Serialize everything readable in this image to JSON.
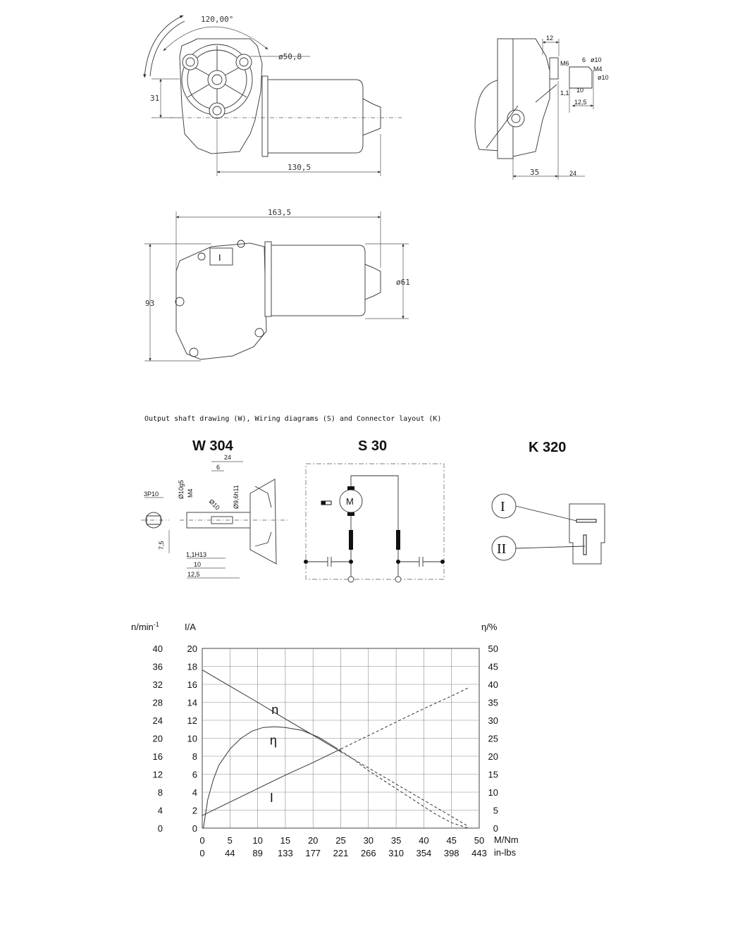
{
  "caption": "Output shaft drawing (W), Wiring diagrams (S) and Connector layout (K)",
  "drawing_top": {
    "angle": "120,00°",
    "diameter": "ø50,8",
    "height_left": "31",
    "length": "130,5"
  },
  "drawing_side": {
    "d12": "12",
    "m6": "M6",
    "d6": "6",
    "d10a": "ø10",
    "m4": "M4",
    "d10b": "ø10",
    "d11": "1,1",
    "d10c": "10",
    "d125": "12,5",
    "d35": "35",
    "d24": "24"
  },
  "drawing_front": {
    "length": "163,5",
    "height": "93",
    "diameter": "ø61",
    "connector_mark": "I"
  },
  "w304": {
    "title": "W 304",
    "d24": "24",
    "d6": "6",
    "p10": "3P10",
    "g5": "Ø10g5",
    "m4": "M4",
    "d10": "Ø10",
    "h11": "Ø9,6h11",
    "d75": "7,5",
    "h13": "1,1H13",
    "d10b": "10",
    "d125": "12,5"
  },
  "s30": {
    "title": "S 30",
    "motor": "M"
  },
  "k320": {
    "title": "K 320",
    "pin1": "I",
    "pin2": "II"
  },
  "chart_data": {
    "type": "line",
    "x_label": "M/Nm",
    "x2_label": "in-lbs",
    "x_ticks": [
      "0",
      "5",
      "10",
      "15",
      "20",
      "25",
      "30",
      "35",
      "40",
      "45",
      "50"
    ],
    "x2_ticks": [
      "0",
      "44",
      "89",
      "133",
      "177",
      "221",
      "266",
      "310",
      "354",
      "398",
      "443"
    ],
    "y_speed_label": "n/min",
    "y_speed_label_sup": "-1",
    "y_speed_ticks": [
      "0",
      "4",
      "8",
      "12",
      "16",
      "20",
      "24",
      "28",
      "32",
      "36",
      "40"
    ],
    "y_current_label": "I/A",
    "y_current_ticks": [
      "0",
      "2",
      "4",
      "6",
      "8",
      "10",
      "12",
      "14",
      "16",
      "18",
      "20"
    ],
    "y_eff_label": "η/%",
    "y_eff_ticks": [
      "0",
      "5",
      "10",
      "15",
      "20",
      "25",
      "30",
      "35",
      "40",
      "45",
      "50"
    ],
    "xlim": [
      0,
      50
    ],
    "ylim_current": [
      0,
      20
    ],
    "grid": true,
    "series": [
      {
        "name": "n",
        "axis": "speed",
        "x": [
          0,
          5,
          10,
          15,
          20,
          25,
          30,
          35,
          40,
          45,
          48
        ],
        "y": [
          35.2,
          31.6,
          28.0,
          24.3,
          20.7,
          17.0,
          13.4,
          9.8,
          6.2,
          2.6,
          0.4
        ],
        "dashed_from_x": 25
      },
      {
        "name": "I",
        "axis": "current",
        "x": [
          0,
          5,
          10,
          15,
          20,
          25,
          30,
          35,
          40,
          45,
          48
        ],
        "y": [
          1.4,
          2.9,
          4.4,
          5.9,
          7.3,
          8.8,
          10.3,
          11.8,
          13.3,
          14.7,
          15.6
        ],
        "dashed_from_x": 25
      },
      {
        "name": "η",
        "axis": "efficiency",
        "x": [
          0.2,
          1,
          2,
          3,
          5,
          7,
          9,
          11,
          13,
          15,
          18,
          21,
          24,
          27,
          30,
          33,
          36,
          39,
          42,
          45,
          48
        ],
        "y": [
          0,
          8.0,
          13.5,
          17.5,
          22.0,
          25.0,
          27.0,
          28.0,
          28.2,
          28.0,
          27.2,
          25.3,
          22.5,
          19.5,
          16.0,
          13.0,
          10.0,
          7.0,
          4.0,
          1.5,
          0
        ],
        "dashed_from_x": 25
      }
    ]
  }
}
